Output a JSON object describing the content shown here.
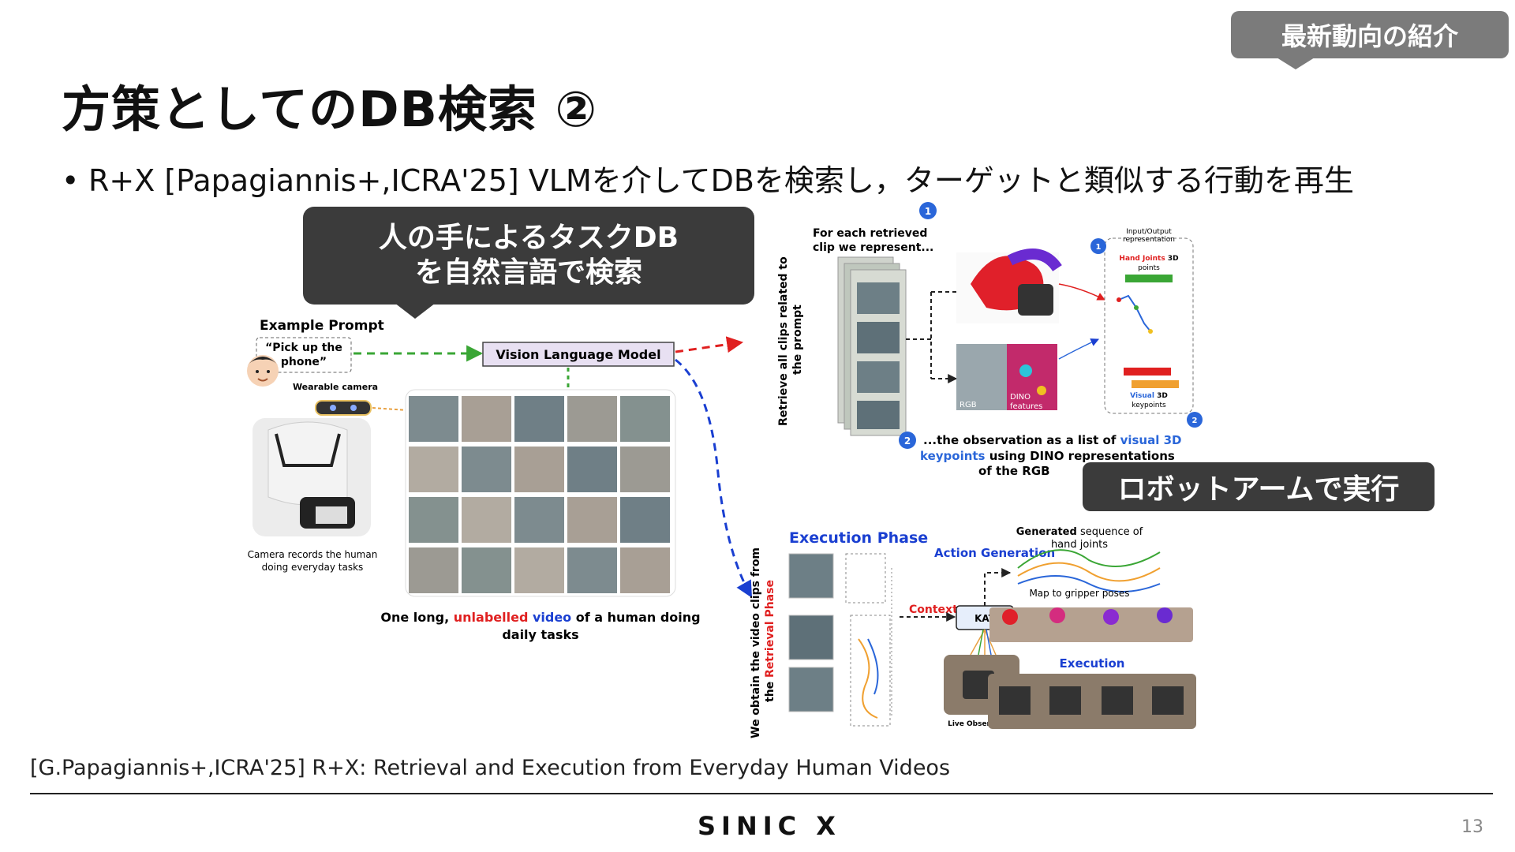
{
  "tag": "最新動向の紹介",
  "title": "方策としてのDB検索 ②",
  "bullet": "R+X [Papagiannis+,ICRA'25] VLMを介してDBを検索し，ターゲットと類似する行動を再生",
  "callout_top": [
    "人の手によるタスクDB",
    "を自然言語で検索"
  ],
  "callout_bottom": "ロボットアームで実行",
  "figure": {
    "example_prompt": "Example Prompt",
    "prompt_text": [
      "“Pick up the",
      "phone”"
    ],
    "vlm": "Vision Language Model",
    "wearable_camera": "Wearable camera",
    "camera_caption": [
      "Camera records the human",
      "doing everyday tasks"
    ],
    "video_caption_1": "One long, ",
    "video_caption_unlabelled": "unlabelled",
    "video_caption_video": " video",
    "video_caption_2": " of a human doing",
    "video_caption_3": "daily tasks",
    "retrieve_rotated": [
      "Retrieve all clips related to",
      "the prompt"
    ],
    "for_each": [
      "For each retrieved",
      "clip we represent..."
    ],
    "io_rep": [
      "Input/Output",
      "representation"
    ],
    "hand_joints": "Hand Joints",
    "hand_joints_2": " 3D",
    "points": "points",
    "visual_3d": "Visual",
    "visual_3d_2": " 3D",
    "keypoints_small": "keypoints",
    "rgb": "RGB",
    "dino": [
      "DINO",
      "features"
    ],
    "obs_text_1": "...the observation as a list of ",
    "obs_text_visual": "visual 3D",
    "obs_text_kp": "keypoints",
    "obs_text_2": " using DINO representations",
    "obs_text_3": "of the RGB",
    "exec_phase": "Execution Phase",
    "action_gen": "Action Generation",
    "generated_seq": [
      "Generated",
      " sequence of",
      "hand joints"
    ],
    "map_gripper": "Map to gripper poses",
    "context": "Context",
    "kat": "KAT",
    "execution": "Execution",
    "live_obs": "Live Observation",
    "obtain_rotated": [
      "We obtain the video clips from",
      "the ",
      "Retrieval Phase"
    ],
    "badge_1": "1",
    "badge_2": "2"
  },
  "citation": "[G.Papagiannis+,ICRA'25] R+X: Retrieval and Execution from Everyday Human Videos",
  "logo": "SINIC X",
  "page_number": "13",
  "colors": {
    "tag_bg": "#7b7b7b",
    "callout_bg": "#3b3b3b",
    "accent_red": "#e02020",
    "accent_blue": "#1a3fd1",
    "vlm_box": "#e8e0f2",
    "arrow_green": "#3aa635",
    "arrow_red": "#e02020",
    "arrow_blue": "#1a3fd1"
  }
}
